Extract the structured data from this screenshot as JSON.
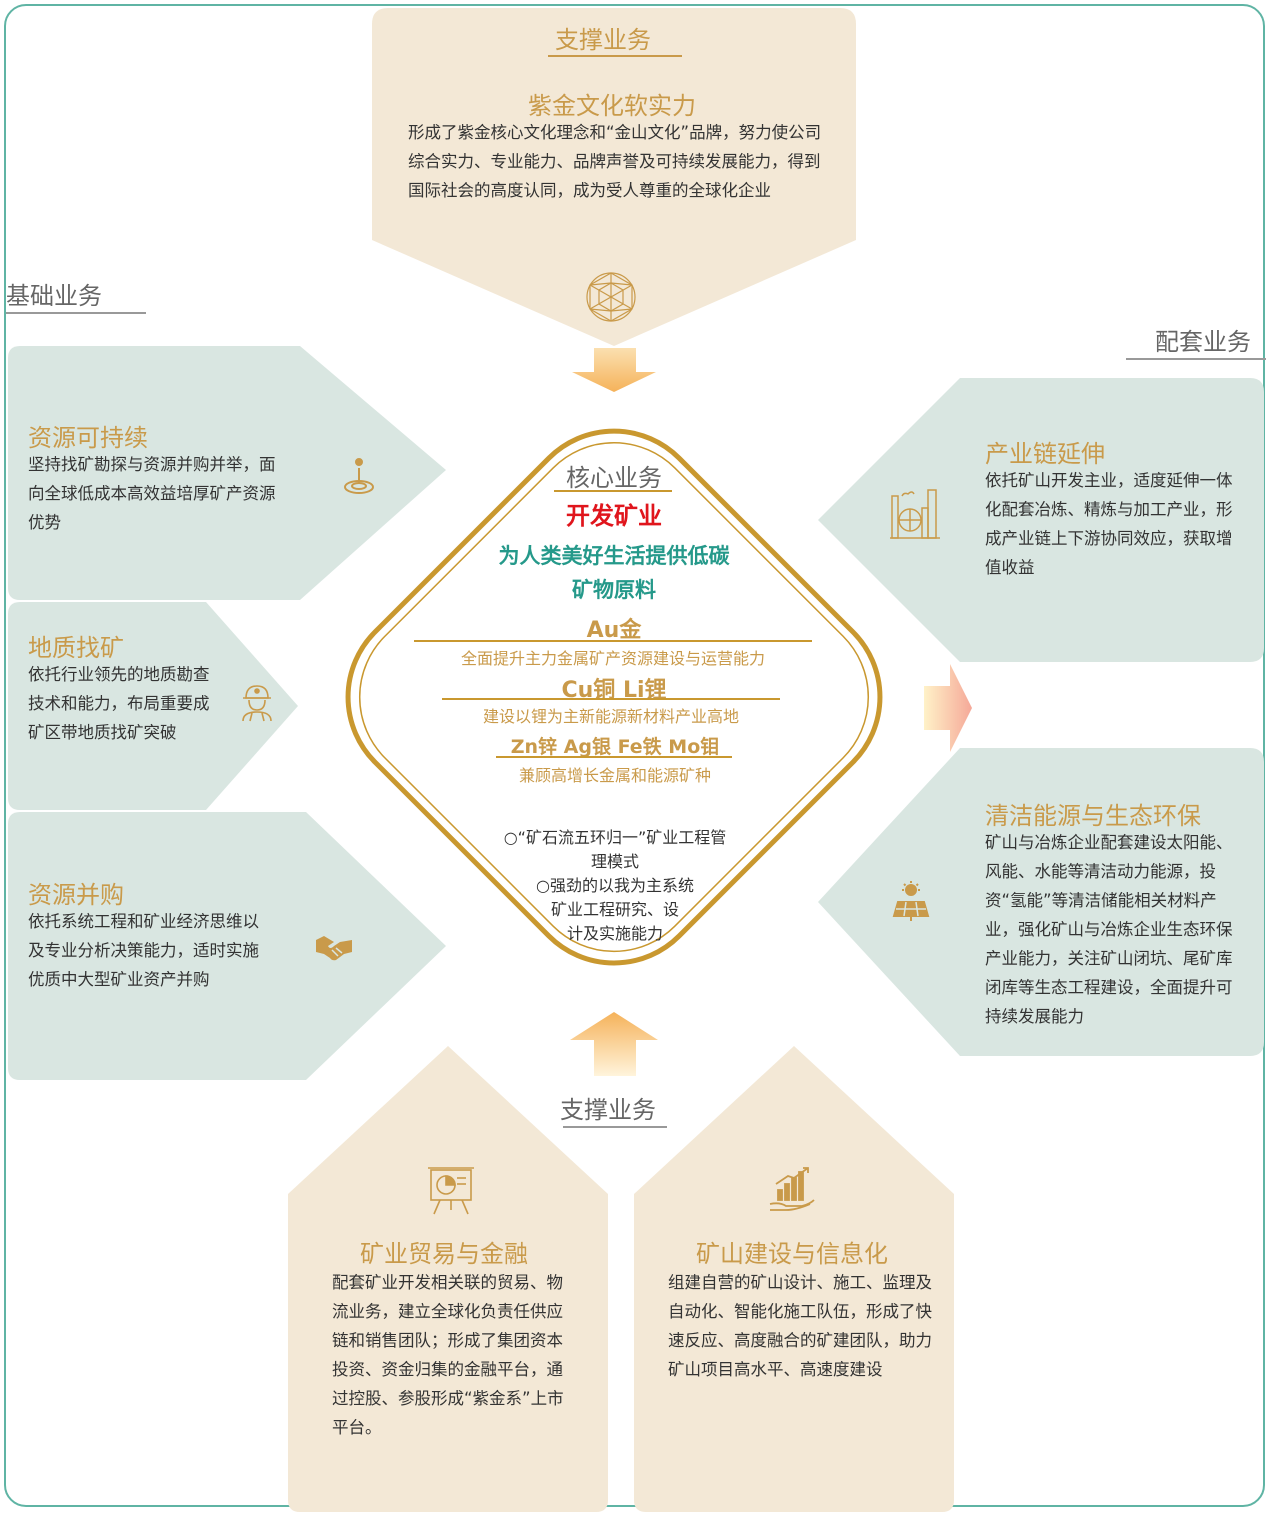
{
  "support_top": {
    "label": "支撑业务",
    "title": "紫金文化软实力",
    "text": "形成了紫金核心文化理念和“金山文化”品牌，努力使公司综合实力、专业能力、品牌声誉及可持续发展能力，得到国际社会的高度认同，成为受人尊重的全球化企业"
  },
  "basic": {
    "label": "基础业务",
    "items": [
      {
        "title": "资源可持续",
        "text": "坚持找矿勘探与资源并购并举，面向全球低成本高效益培厚矿产资源优势"
      },
      {
        "title": "地质找矿",
        "text": "依托行业领先的地质勘查技术和能力，布局重要成矿区带地质找矿突破"
      },
      {
        "title": "资源并购",
        "text": "依托系统工程和矿业经济思维以及专业分析决策能力，适时实施优质中大型矿业资产并购"
      }
    ]
  },
  "supporting": {
    "label": "配套业务",
    "items": [
      {
        "title": "产业链延伸",
        "text": "依托矿山开发主业，适度延伸一体化配套冶炼、精炼与加工产业，形成产业链上下游协同效应，获取增值收益"
      },
      {
        "title": "清洁能源与生态环保",
        "text": "矿山与冶炼企业配套建设太阳能、风能、水能等清洁动力能源，投资“氢能”等清洁储能相关材料产业，强化矿山与冶炼企业生态环保产业能力，关注矿山闭坑、尾矿库闭库等生态工程建设，全面提升可持续发展能力"
      }
    ]
  },
  "core": {
    "label": "核心业务",
    "title": "开发矿业",
    "mission_1": "为人类美好生活提供低碳",
    "mission_2": "矿物原料",
    "metal_1": "Au金",
    "metal_1_desc": "全面提升主力金属矿产资源建设与运营能力",
    "metal_2": "Cu铜  Li锂",
    "metal_2_desc": "建设以锂为主新能源新材料产业高地",
    "metal_3": "Zn锌 Ag银 Fe铁 Mo钼",
    "metal_3_desc": "兼顾高增长金属和能源矿种",
    "point_1a": "○“矿石流五环归一”矿业工程管",
    "point_1b": "理模式",
    "point_2a": "○强劲的以我为主系统",
    "point_2b": "矿业工程研究、设",
    "point_2c": "计及实施能力"
  },
  "support_bottom": {
    "label": "支撑业务",
    "items": [
      {
        "title": "矿业贸易与金融",
        "text": "配套矿业开发相关联的贸易、物流业务，建立全球化负责任供应链和销售团队；形成了集团资本投资、资金归集的金融平台，通过控股、参股形成“紫金系”上市平台。"
      },
      {
        "title": "矿山建设与信息化",
        "text": "组建自营的矿山设计、施工、监理及自动化、智能化施工队伍，形成了快速反应、高度融合的矿建团队，助力矿山项目高水平、高速度建设"
      }
    ]
  },
  "colors": {
    "beige": "#f3e8d6",
    "teal_panel": "#d9e6e1",
    "gold": "#c99a4a",
    "red": "#e0151c",
    "teal_text": "#25998a",
    "frame": "#5fb4a4"
  },
  "icons": [
    "network-globe-icon",
    "location-pin-icon",
    "miner-helmet-icon",
    "handshake-icon",
    "factory-icon",
    "solar-panel-icon",
    "presentation-board-icon",
    "growth-chart-hand-icon"
  ]
}
